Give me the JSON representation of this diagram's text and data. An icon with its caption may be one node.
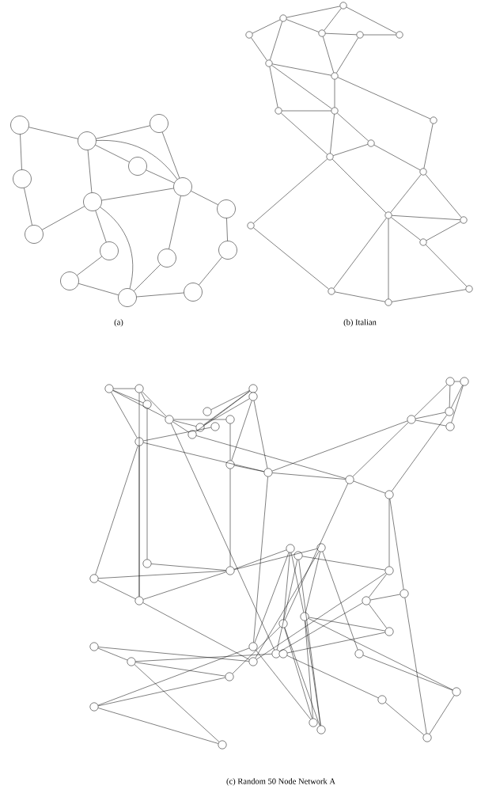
{
  "diagram": {
    "nodes": [
      {
        "text": [],
        "shape": "circle"
      },
      {
        "text": [],
        "shape": "circle"
      },
      {
        "text": [],
        "shape": "circle"
      },
      {
        "text": [],
        "shape": "circle"
      },
      {
        "text": [],
        "shape": "circle"
      },
      {
        "text": [],
        "shape": "circle"
      },
      {
        "text": [],
        "shape": "circle"
      },
      {
        "text": [],
        "shape": "circle"
      },
      {
        "text": [],
        "shape": "circle"
      },
      {
        "text": [],
        "shape": "circle"
      },
      {
        "text": [],
        "shape": "circle"
      },
      {
        "text": [],
        "shape": "circle"
      },
      {
        "text": [],
        "shape": "circle"
      },
      {
        "text": [],
        "shape": "circle"
      },
      {
        "text": [],
        "shape": "circle"
      },
      {
        "text": [],
        "shape": "circle"
      },
      {
        "text": [],
        "shape": "circle"
      },
      {
        "text": [],
        "shape": "circle"
      },
      {
        "text": [],
        "shape": "circle"
      },
      {
        "text": [],
        "shape": "circle"
      },
      {
        "text": [],
        "shape": "circle"
      },
      {
        "text": [],
        "shape": "circle"
      },
      {
        "text": [],
        "shape": "circle"
      },
      {
        "text": [],
        "shape": "circle"
      },
      {
        "text": [],
        "shape": "circle"
      },
      {
        "text": [],
        "shape": "circle"
      },
      {
        "text": [],
        "shape": "circle"
      },
      {
        "text": [],
        "shape": "circle"
      },
      {
        "text": [],
        "shape": "circle"
      },
      {
        "text": [],
        "shape": "circle"
      },
      {
        "text": [],
        "shape": "circle"
      },
      {
        "text": [],
        "shape": "circle"
      },
      {
        "text": [],
        "shape": "circle"
      },
      {
        "text": [],
        "shape": "circle"
      },
      {
        "text": [],
        "shape": "circle"
      },
      {
        "text": [],
        "shape": "circle"
      },
      {
        "text": [],
        "shape": "circle"
      },
      {
        "text": [],
        "shape": "circle"
      },
      {
        "text": [],
        "shape": "circle"
      },
      {
        "text": [],
        "shape": "circle"
      },
      {
        "text": [],
        "shape": "circle"
      },
      {
        "text": [],
        "shape": "circle"
      },
      {
        "text": [],
        "shape": "circle"
      },
      {
        "text": [],
        "shape": "circle"
      },
      {
        "text": [],
        "shape": "circle"
      },
      {
        "text": [],
        "shape": "circle"
      },
      {
        "text": [],
        "shape": "circle"
      },
      {
        "text": [],
        "shape": "circle"
      },
      {
        "text": [],
        "shape": "circle"
      },
      {
        "text": [],
        "shape": "circle"
      },
      {
        "text": [],
        "shape": "circle"
      },
      {
        "text": [],
        "shape": "circle"
      },
      {
        "text": [],
        "shape": "circle"
      },
      {
        "text": [],
        "shape": "circle"
      },
      {
        "text": [],
        "shape": "circle"
      },
      {
        "text": [],
        "shape": "circle"
      },
      {
        "text": [],
        "shape": "circle"
      },
      {
        "text": [],
        "shape": "circle"
      },
      {
        "text": [],
        "shape": "circle"
      },
      {
        "text": [],
        "shape": "circle"
      },
      {
        "text": [],
        "shape": "circle"
      },
      {
        "text": [],
        "shape": "circle"
      },
      {
        "text": [],
        "shape": "circle"
      },
      {
        "text": [],
        "shape": "circle"
      },
      {
        "text": [],
        "shape": "circle"
      },
      {
        "text": [],
        "shape": "circle"
      },
      {
        "text": [],
        "shape": "circle"
      },
      {
        "text": [],
        "shape": "circle"
      },
      {
        "text": [],
        "shape": "circle"
      },
      {
        "text": [],
        "shape": "circle"
      },
      {
        "text": [],
        "shape": "circle"
      },
      {
        "text": [],
        "shape": "circle"
      },
      {
        "text": [],
        "shape": "circle"
      },
      {
        "text": [],
        "shape": "circle"
      },
      {
        "text": [],
        "shape": "circle"
      },
      {
        "text": [],
        "shape": "circle"
      },
      {
        "text": [],
        "shape": "circle"
      },
      {
        "text": [],
        "shape": "circle"
      },
      {
        "text": [],
        "shape": "circle"
      },
      {
        "text": [],
        "shape": "circle"
      },
      {
        "text": [],
        "shape": "circle"
      },
      {
        "text": [],
        "shape": "circle"
      },
      {
        "text": [],
        "shape": "circle"
      },
      {
        "text": [],
        "shape": "circle"
      },
      {
        "text": [],
        "shape": "circle"
      }
    ],
    "edges": [
      {
        "from": 0,
        "to": 1,
        "arrow": "none"
      },
      {
        "from": 0,
        "to": 3,
        "arrow": "none"
      },
      {
        "from": 3,
        "to": 8,
        "arrow": "none"
      },
      {
        "from": 8,
        "to": 6,
        "arrow": "none"
      },
      {
        "from": 1,
        "to": 2,
        "arrow": "none"
      },
      {
        "from": 1,
        "to": 4,
        "arrow": "none"
      },
      {
        "from": 1,
        "to": 6,
        "arrow": "none"
      },
      {
        "from": 1,
        "to": 5,
        "arrow": "none"
      },
      {
        "from": 2,
        "to": 5,
        "arrow": "none"
      },
      {
        "from": 4,
        "to": 5,
        "arrow": "none"
      },
      {
        "from": 6,
        "to": 5,
        "arrow": "none"
      },
      {
        "from": 5,
        "to": 7,
        "arrow": "none"
      },
      {
        "from": 7,
        "to": 11,
        "arrow": "none"
      },
      {
        "from": 11,
        "to": 14,
        "arrow": "none"
      },
      {
        "from": 14,
        "to": 13,
        "arrow": "none"
      },
      {
        "from": 5,
        "to": 10,
        "arrow": "none"
      },
      {
        "from": 10,
        "to": 13,
        "arrow": "none"
      },
      {
        "from": 6,
        "to": 9,
        "arrow": "none"
      },
      {
        "from": 9,
        "to": 12,
        "arrow": "none"
      },
      {
        "from": 12,
        "to": 13,
        "arrow": "none"
      },
      {
        "from": 6,
        "to": 13,
        "arrow": "none"
      },
      {
        "from": 16,
        "to": 15,
        "arrow": "none"
      },
      {
        "from": 15,
        "to": 18,
        "arrow": "none"
      },
      {
        "from": 15,
        "to": 20,
        "arrow": "none"
      },
      {
        "from": 17,
        "to": 16,
        "arrow": "none"
      },
      {
        "from": 16,
        "to": 18,
        "arrow": "none"
      },
      {
        "from": 17,
        "to": 21,
        "arrow": "none"
      },
      {
        "from": 16,
        "to": 21,
        "arrow": "none"
      },
      {
        "from": 18,
        "to": 19,
        "arrow": "none"
      },
      {
        "from": 19,
        "to": 20,
        "arrow": "none"
      },
      {
        "from": 18,
        "to": 22,
        "arrow": "none"
      },
      {
        "from": 19,
        "to": 22,
        "arrow": "none"
      },
      {
        "from": 21,
        "to": 22,
        "arrow": "none"
      },
      {
        "from": 21,
        "to": 24,
        "arrow": "none"
      },
      {
        "from": 21,
        "to": 23,
        "arrow": "none"
      },
      {
        "from": 22,
        "to": 24,
        "arrow": "none"
      },
      {
        "from": 22,
        "to": 25,
        "arrow": "none"
      },
      {
        "from": 23,
        "to": 24,
        "arrow": "none"
      },
      {
        "from": 23,
        "to": 27,
        "arrow": "none"
      },
      {
        "from": 24,
        "to": 27,
        "arrow": "none"
      },
      {
        "from": 24,
        "to": 26,
        "arrow": "none"
      },
      {
        "from": 26,
        "to": 27,
        "arrow": "none"
      },
      {
        "from": 26,
        "to": 28,
        "arrow": "none"
      },
      {
        "from": 25,
        "to": 28,
        "arrow": "none"
      },
      {
        "from": 27,
        "to": 30,
        "arrow": "none"
      },
      {
        "from": 27,
        "to": 29,
        "arrow": "none"
      },
      {
        "from": 28,
        "to": 29,
        "arrow": "none"
      },
      {
        "from": 28,
        "to": 31,
        "arrow": "none"
      },
      {
        "from": 29,
        "to": 31,
        "arrow": "none"
      },
      {
        "from": 29,
        "to": 32,
        "arrow": "none"
      },
      {
        "from": 32,
        "to": 31,
        "arrow": "none"
      },
      {
        "from": 32,
        "to": 35,
        "arrow": "none"
      },
      {
        "from": 29,
        "to": 33,
        "arrow": "none"
      },
      {
        "from": 29,
        "to": 34,
        "arrow": "none"
      },
      {
        "from": 30,
        "to": 33,
        "arrow": "none"
      },
      {
        "from": 33,
        "to": 34,
        "arrow": "none"
      },
      {
        "from": 34,
        "to": 35,
        "arrow": "none"
      },
      {
        "from": 36,
        "to": 37,
        "arrow": "none"
      },
      {
        "from": 36,
        "to": 38,
        "arrow": "none"
      },
      {
        "from": 36,
        "to": 47,
        "arrow": "none"
      },
      {
        "from": 36,
        "to": 39,
        "arrow": "none"
      },
      {
        "from": 37,
        "to": 38,
        "arrow": "none"
      },
      {
        "from": 37,
        "to": 39,
        "arrow": "none"
      },
      {
        "from": 37,
        "to": 60,
        "arrow": "none"
      },
      {
        "from": 38,
        "to": 57,
        "arrow": "none"
      },
      {
        "from": 47,
        "to": 60,
        "arrow": "none"
      },
      {
        "from": 47,
        "to": 58,
        "arrow": "none"
      },
      {
        "from": 47,
        "to": 43,
        "arrow": "none"
      },
      {
        "from": 47,
        "to": 49,
        "arrow": "none"
      },
      {
        "from": 39,
        "to": 44,
        "arrow": "none"
      },
      {
        "from": 39,
        "to": 41,
        "arrow": "none"
      },
      {
        "from": 39,
        "to": 42,
        "arrow": "none"
      },
      {
        "from": 39,
        "to": 67,
        "arrow": "none"
      },
      {
        "from": 42,
        "to": 55,
        "arrow": "none"
      },
      {
        "from": 45,
        "to": 40,
        "arrow": "none"
      },
      {
        "from": 45,
        "to": 41,
        "arrow": "none"
      },
      {
        "from": 45,
        "to": 42,
        "arrow": "none"
      },
      {
        "from": 46,
        "to": 41,
        "arrow": "none"
      },
      {
        "from": 46,
        "to": 48,
        "arrow": "none"
      },
      {
        "from": 46,
        "to": 49,
        "arrow": "none"
      },
      {
        "from": 48,
        "to": 44,
        "arrow": "none"
      },
      {
        "from": 48,
        "to": 59,
        "arrow": "none"
      },
      {
        "from": 48,
        "to": 49,
        "arrow": "none"
      },
      {
        "from": 49,
        "to": 55,
        "arrow": "none"
      },
      {
        "from": 49,
        "to": 54,
        "arrow": "none"
      },
      {
        "from": 49,
        "to": 66,
        "arrow": "none"
      },
      {
        "from": 55,
        "to": 54,
        "arrow": "none"
      },
      {
        "from": 55,
        "to": 56,
        "arrow": "none"
      },
      {
        "from": 55,
        "to": 76,
        "arrow": "none"
      },
      {
        "from": 54,
        "to": 50,
        "arrow": "none"
      },
      {
        "from": 54,
        "to": 52,
        "arrow": "none"
      },
      {
        "from": 54,
        "to": 53,
        "arrow": "none"
      },
      {
        "from": 50,
        "to": 51,
        "arrow": "none"
      },
      {
        "from": 50,
        "to": 52,
        "arrow": "none"
      },
      {
        "from": 51,
        "to": 52,
        "arrow": "none"
      },
      {
        "from": 51,
        "to": 53,
        "arrow": "none"
      },
      {
        "from": 52,
        "to": 56,
        "arrow": "none"
      },
      {
        "from": 56,
        "to": 72,
        "arrow": "none"
      },
      {
        "from": 56,
        "to": 73,
        "arrow": "none"
      },
      {
        "from": 57,
        "to": 59,
        "arrow": "none"
      },
      {
        "from": 58,
        "to": 59,
        "arrow": "none"
      },
      {
        "from": 58,
        "to": 60,
        "arrow": "none"
      },
      {
        "from": 60,
        "to": 59,
        "arrow": "none"
      },
      {
        "from": 60,
        "to": 68,
        "arrow": "none"
      },
      {
        "from": 61,
        "to": 62,
        "arrow": "none"
      },
      {
        "from": 61,
        "to": 68,
        "arrow": "none"
      },
      {
        "from": 62,
        "to": 65,
        "arrow": "none"
      },
      {
        "from": 62,
        "to": 63,
        "arrow": "none"
      },
      {
        "from": 62,
        "to": 67,
        "arrow": "none"
      },
      {
        "from": 64,
        "to": 63,
        "arrow": "none"
      },
      {
        "from": 64,
        "to": 66,
        "arrow": "none"
      },
      {
        "from": 64,
        "to": 65,
        "arrow": "none"
      },
      {
        "from": 59,
        "to": 70,
        "arrow": "none"
      },
      {
        "from": 59,
        "to": 69,
        "arrow": "none"
      },
      {
        "from": 68,
        "to": 70,
        "arrow": "none"
      },
      {
        "from": 68,
        "to": 72,
        "arrow": "none"
      },
      {
        "from": 67,
        "to": 74,
        "arrow": "none"
      },
      {
        "from": 67,
        "to": 71,
        "arrow": "none"
      },
      {
        "from": 69,
        "to": 76,
        "arrow": "none"
      },
      {
        "from": 69,
        "to": 75,
        "arrow": "none"
      },
      {
        "from": 70,
        "to": 75,
        "arrow": "none"
      },
      {
        "from": 70,
        "to": 78,
        "arrow": "none"
      },
      {
        "from": 71,
        "to": 72,
        "arrow": "none"
      },
      {
        "from": 71,
        "to": 83,
        "arrow": "none"
      },
      {
        "from": 72,
        "to": 74,
        "arrow": "none"
      },
      {
        "from": 73,
        "to": 74,
        "arrow": "none"
      },
      {
        "from": 73,
        "to": 84,
        "arrow": "none"
      },
      {
        "from": 75,
        "to": 77,
        "arrow": "none"
      },
      {
        "from": 75,
        "to": 83,
        "arrow": "none"
      },
      {
        "from": 75,
        "to": 82,
        "arrow": "none"
      },
      {
        "from": 76,
        "to": 82,
        "arrow": "none"
      },
      {
        "from": 76,
        "to": 83,
        "arrow": "none"
      },
      {
        "from": 77,
        "to": 79,
        "arrow": "none"
      },
      {
        "from": 77,
        "to": 74,
        "arrow": "none"
      },
      {
        "from": 78,
        "to": 80,
        "arrow": "none"
      },
      {
        "from": 79,
        "to": 81,
        "arrow": "none"
      },
      {
        "from": 81,
        "to": 84,
        "arrow": "none"
      },
      {
        "from": 80,
        "to": 84,
        "arrow": "none"
      },
      {
        "from": 80,
        "to": 75,
        "arrow": "none"
      },
      {
        "from": 66,
        "to": 69,
        "arrow": "none"
      },
      {
        "from": 66,
        "to": 82,
        "arrow": "none"
      },
      {
        "from": 63,
        "to": 76,
        "arrow": "none"
      }
    ],
    "labels": [
      "(a)",
      "(b) Italian",
      "(c) Random 50 Node Network A"
    ]
  }
}
